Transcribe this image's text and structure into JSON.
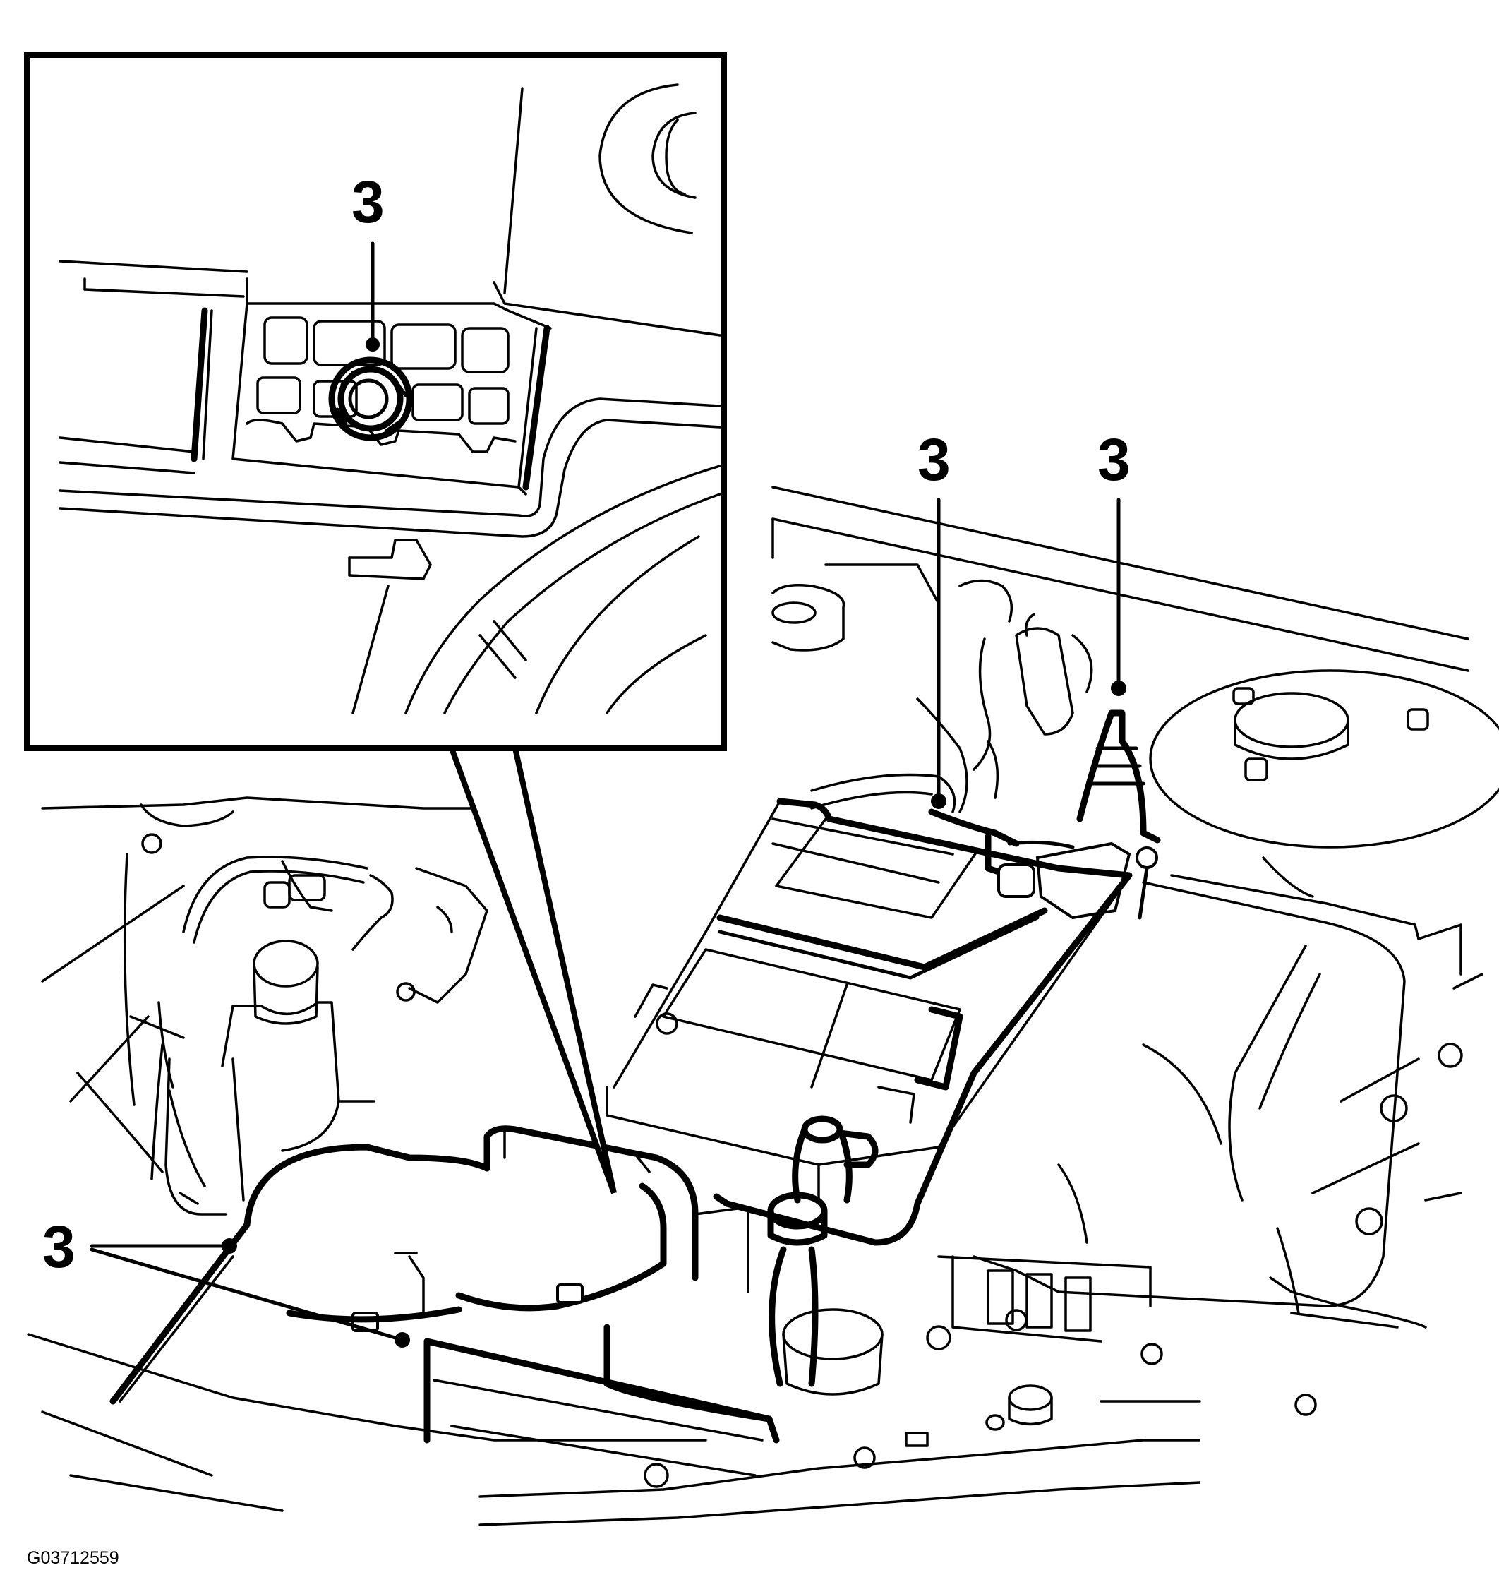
{
  "figure_id": "G03712559",
  "callouts": [
    {
      "id": "inset",
      "label": "3"
    },
    {
      "id": "upper-middle",
      "label": "3"
    },
    {
      "id": "upper-right",
      "label": "3"
    },
    {
      "id": "lower-left",
      "label": "3"
    }
  ],
  "colors": {
    "ink": "#000000",
    "paper": "#ffffff"
  }
}
